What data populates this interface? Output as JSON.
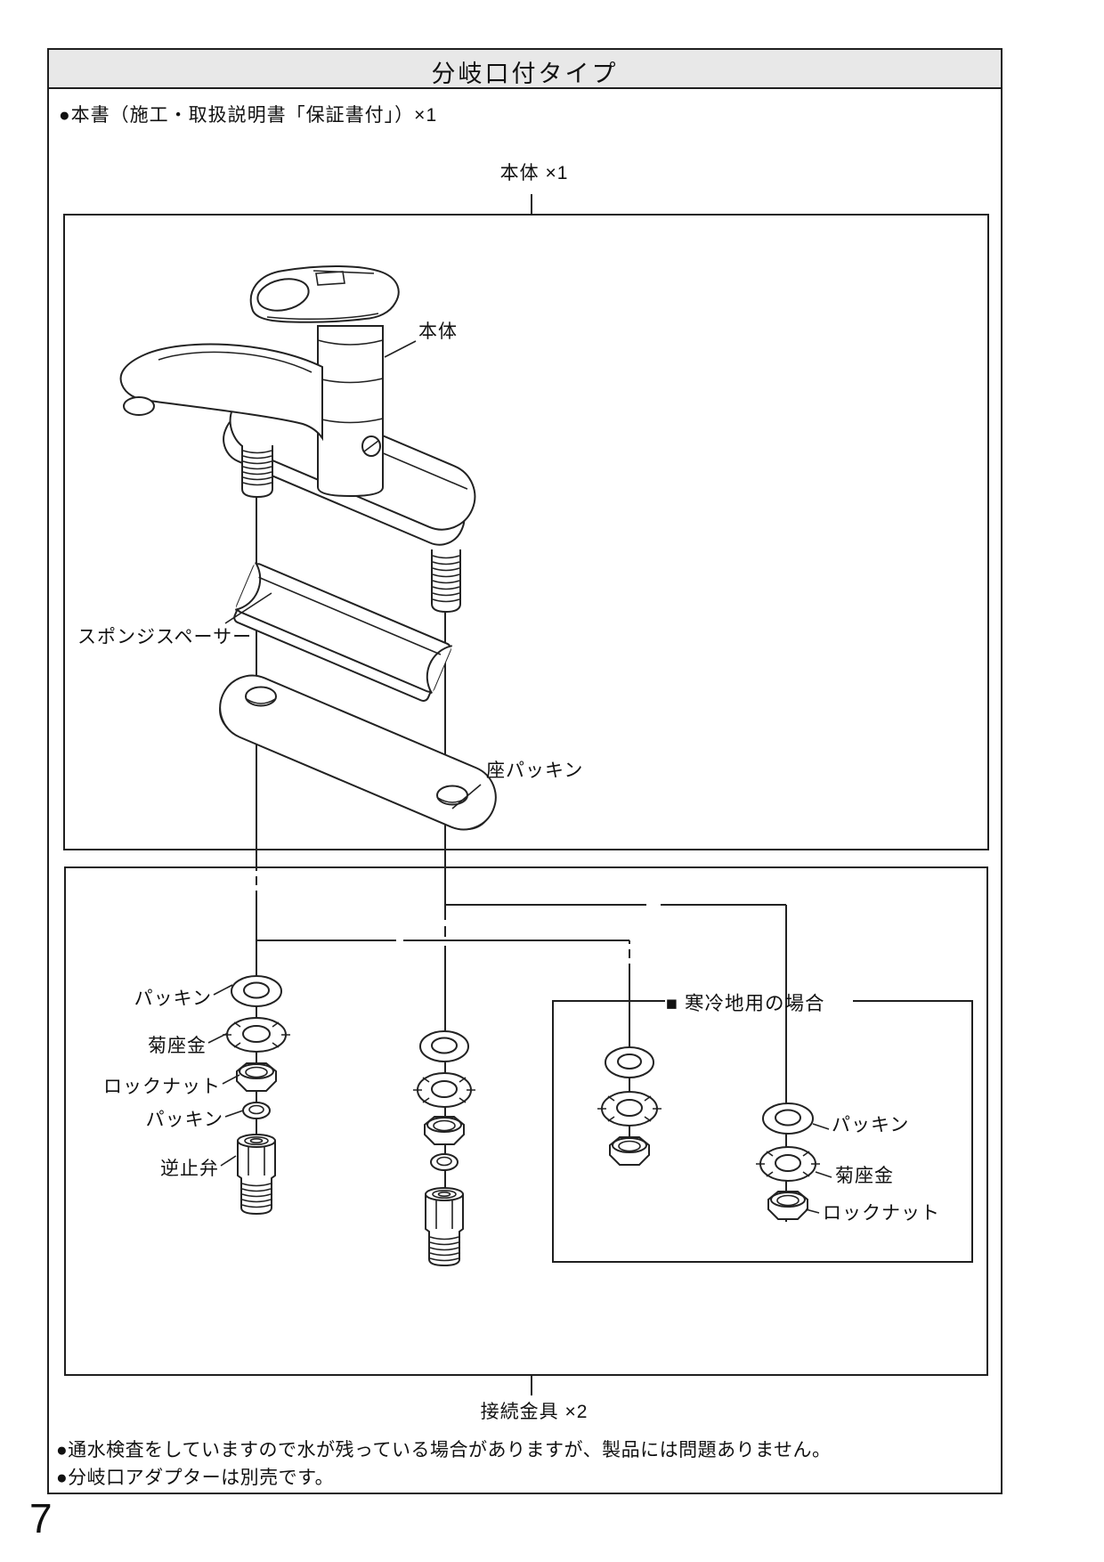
{
  "page": {
    "number": "7"
  },
  "header": {
    "title": "分岐口付タイプ"
  },
  "top_note": "●本書（施工・取扱説明書「保証書付」）×1",
  "body_box": {
    "caption": "本体 ×1",
    "label_body": "本体",
    "label_sponge_spacer": "スポンジスペーサー",
    "label_seat_packing": "座パッキン"
  },
  "fitting_box": {
    "caption": "接続金具 ×2",
    "cold_region_title": "■ 寒冷地用の場合",
    "left_labels": [
      "パッキン",
      "菊座金",
      "ロックナット",
      "パッキン",
      "逆止弁"
    ],
    "cold_labels": [
      "パッキン",
      "菊座金",
      "ロックナット"
    ]
  },
  "footer_notes": [
    "●通水検査をしていますので水が残っている場合がありますが、製品には問題ありません。",
    "●分岐口アダプターは別売です。"
  ],
  "colors": {
    "line": "#222222",
    "header_bg": "#e8e8e8",
    "text": "#111111"
  }
}
